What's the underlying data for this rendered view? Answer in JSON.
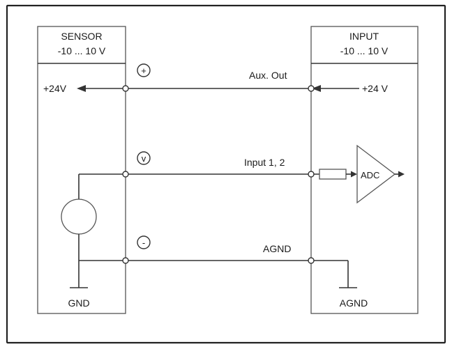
{
  "sensor": {
    "title": "SENSOR",
    "range": "-10 ... 10 V",
    "ground_label": "GND"
  },
  "input": {
    "title": "INPUT",
    "range": "-10 ... 10 V",
    "ground_label": "AGND"
  },
  "lines": {
    "aux": {
      "label": "Aux. Out",
      "left_supply": "+24V",
      "right_supply": "+24 V",
      "terminal": "+"
    },
    "signal": {
      "label": "Input 1, 2",
      "terminal": "v"
    },
    "ground": {
      "label": "AGND",
      "terminal": "-"
    }
  },
  "adc": {
    "label": "ADC"
  }
}
